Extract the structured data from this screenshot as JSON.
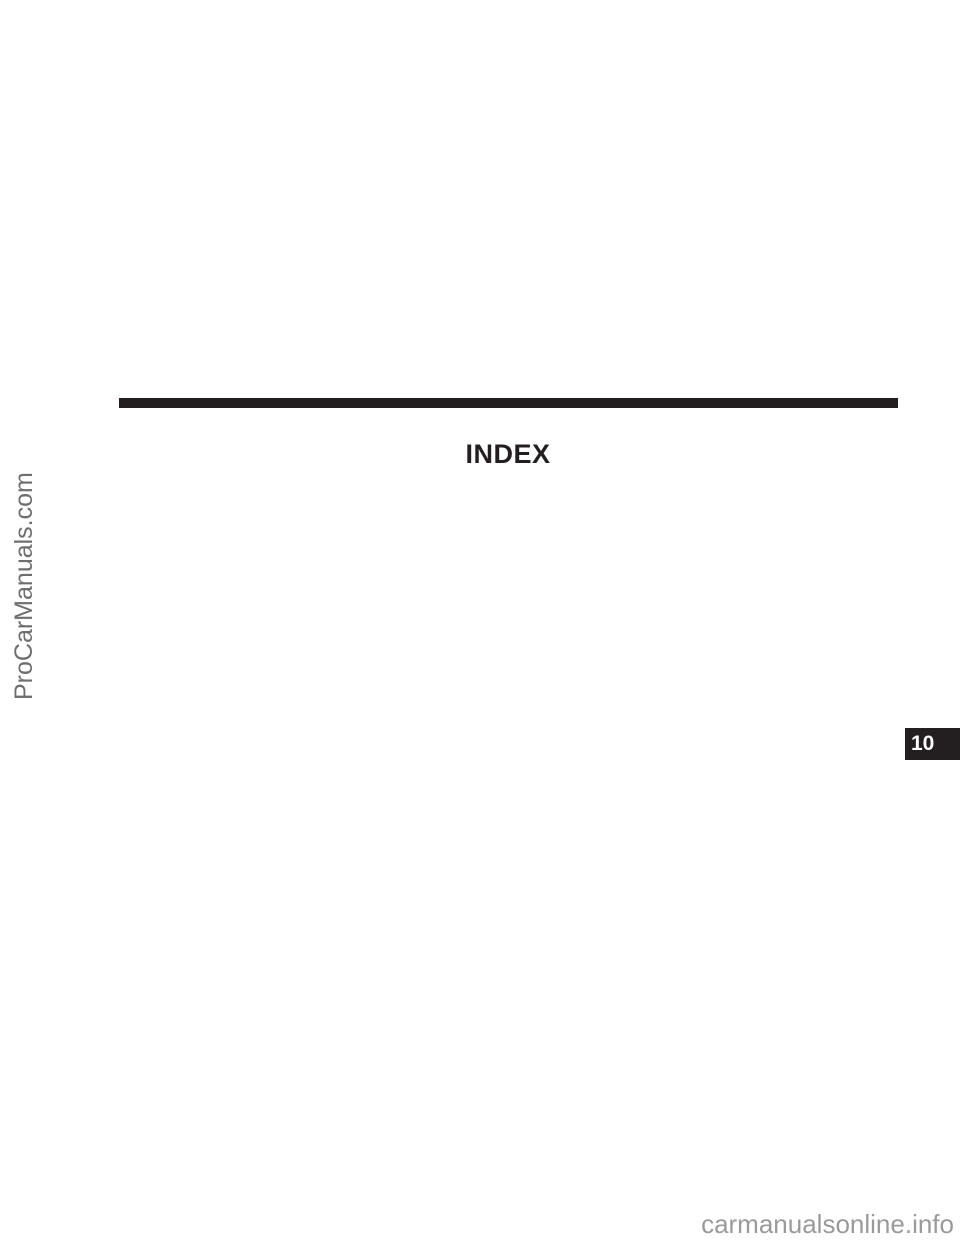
{
  "section": {
    "title": "INDEX"
  },
  "chapter_tab": {
    "number": "10"
  },
  "watermarks": {
    "side": "ProCarManuals.com",
    "bottom": "carmanualsonline.info"
  },
  "colors": {
    "ink": "#231f20",
    "background": "#ffffff",
    "watermark": "#6e6e6e"
  }
}
